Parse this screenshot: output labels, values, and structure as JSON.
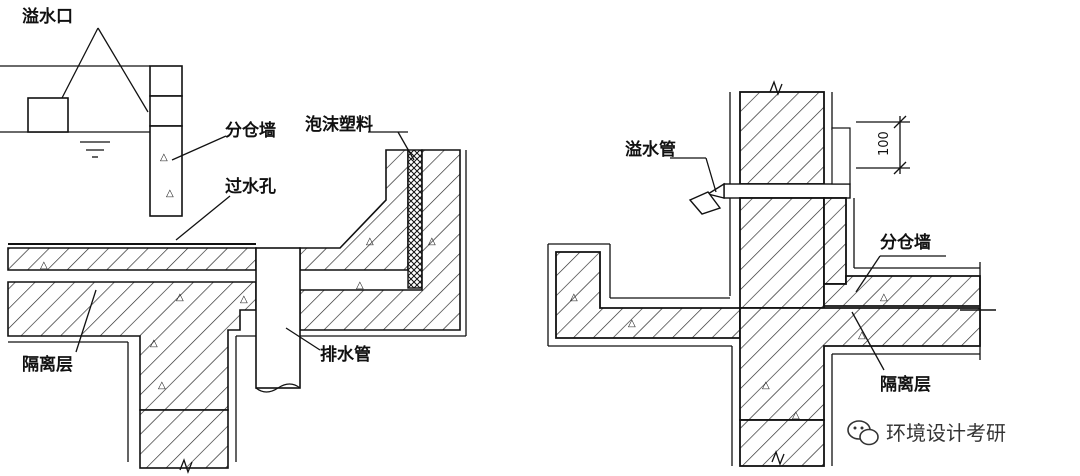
{
  "left_figure": {
    "overflow_outlet_label": "溢水口",
    "partition_wall_label": "分仓墙",
    "foam_plastic_label": "泡沫塑料",
    "water_hole_label": "过水孔",
    "drain_pipe_label": "排水管",
    "isolation_layer_label": "隔离层"
  },
  "right_figure": {
    "overflow_pipe_label": "溢水管",
    "dimension_label": "100",
    "partition_wall_label": "分仓墙",
    "isolation_layer_label": "隔离层"
  },
  "watermark": {
    "icon": "wechat-icon",
    "text": "环境设计考研"
  }
}
